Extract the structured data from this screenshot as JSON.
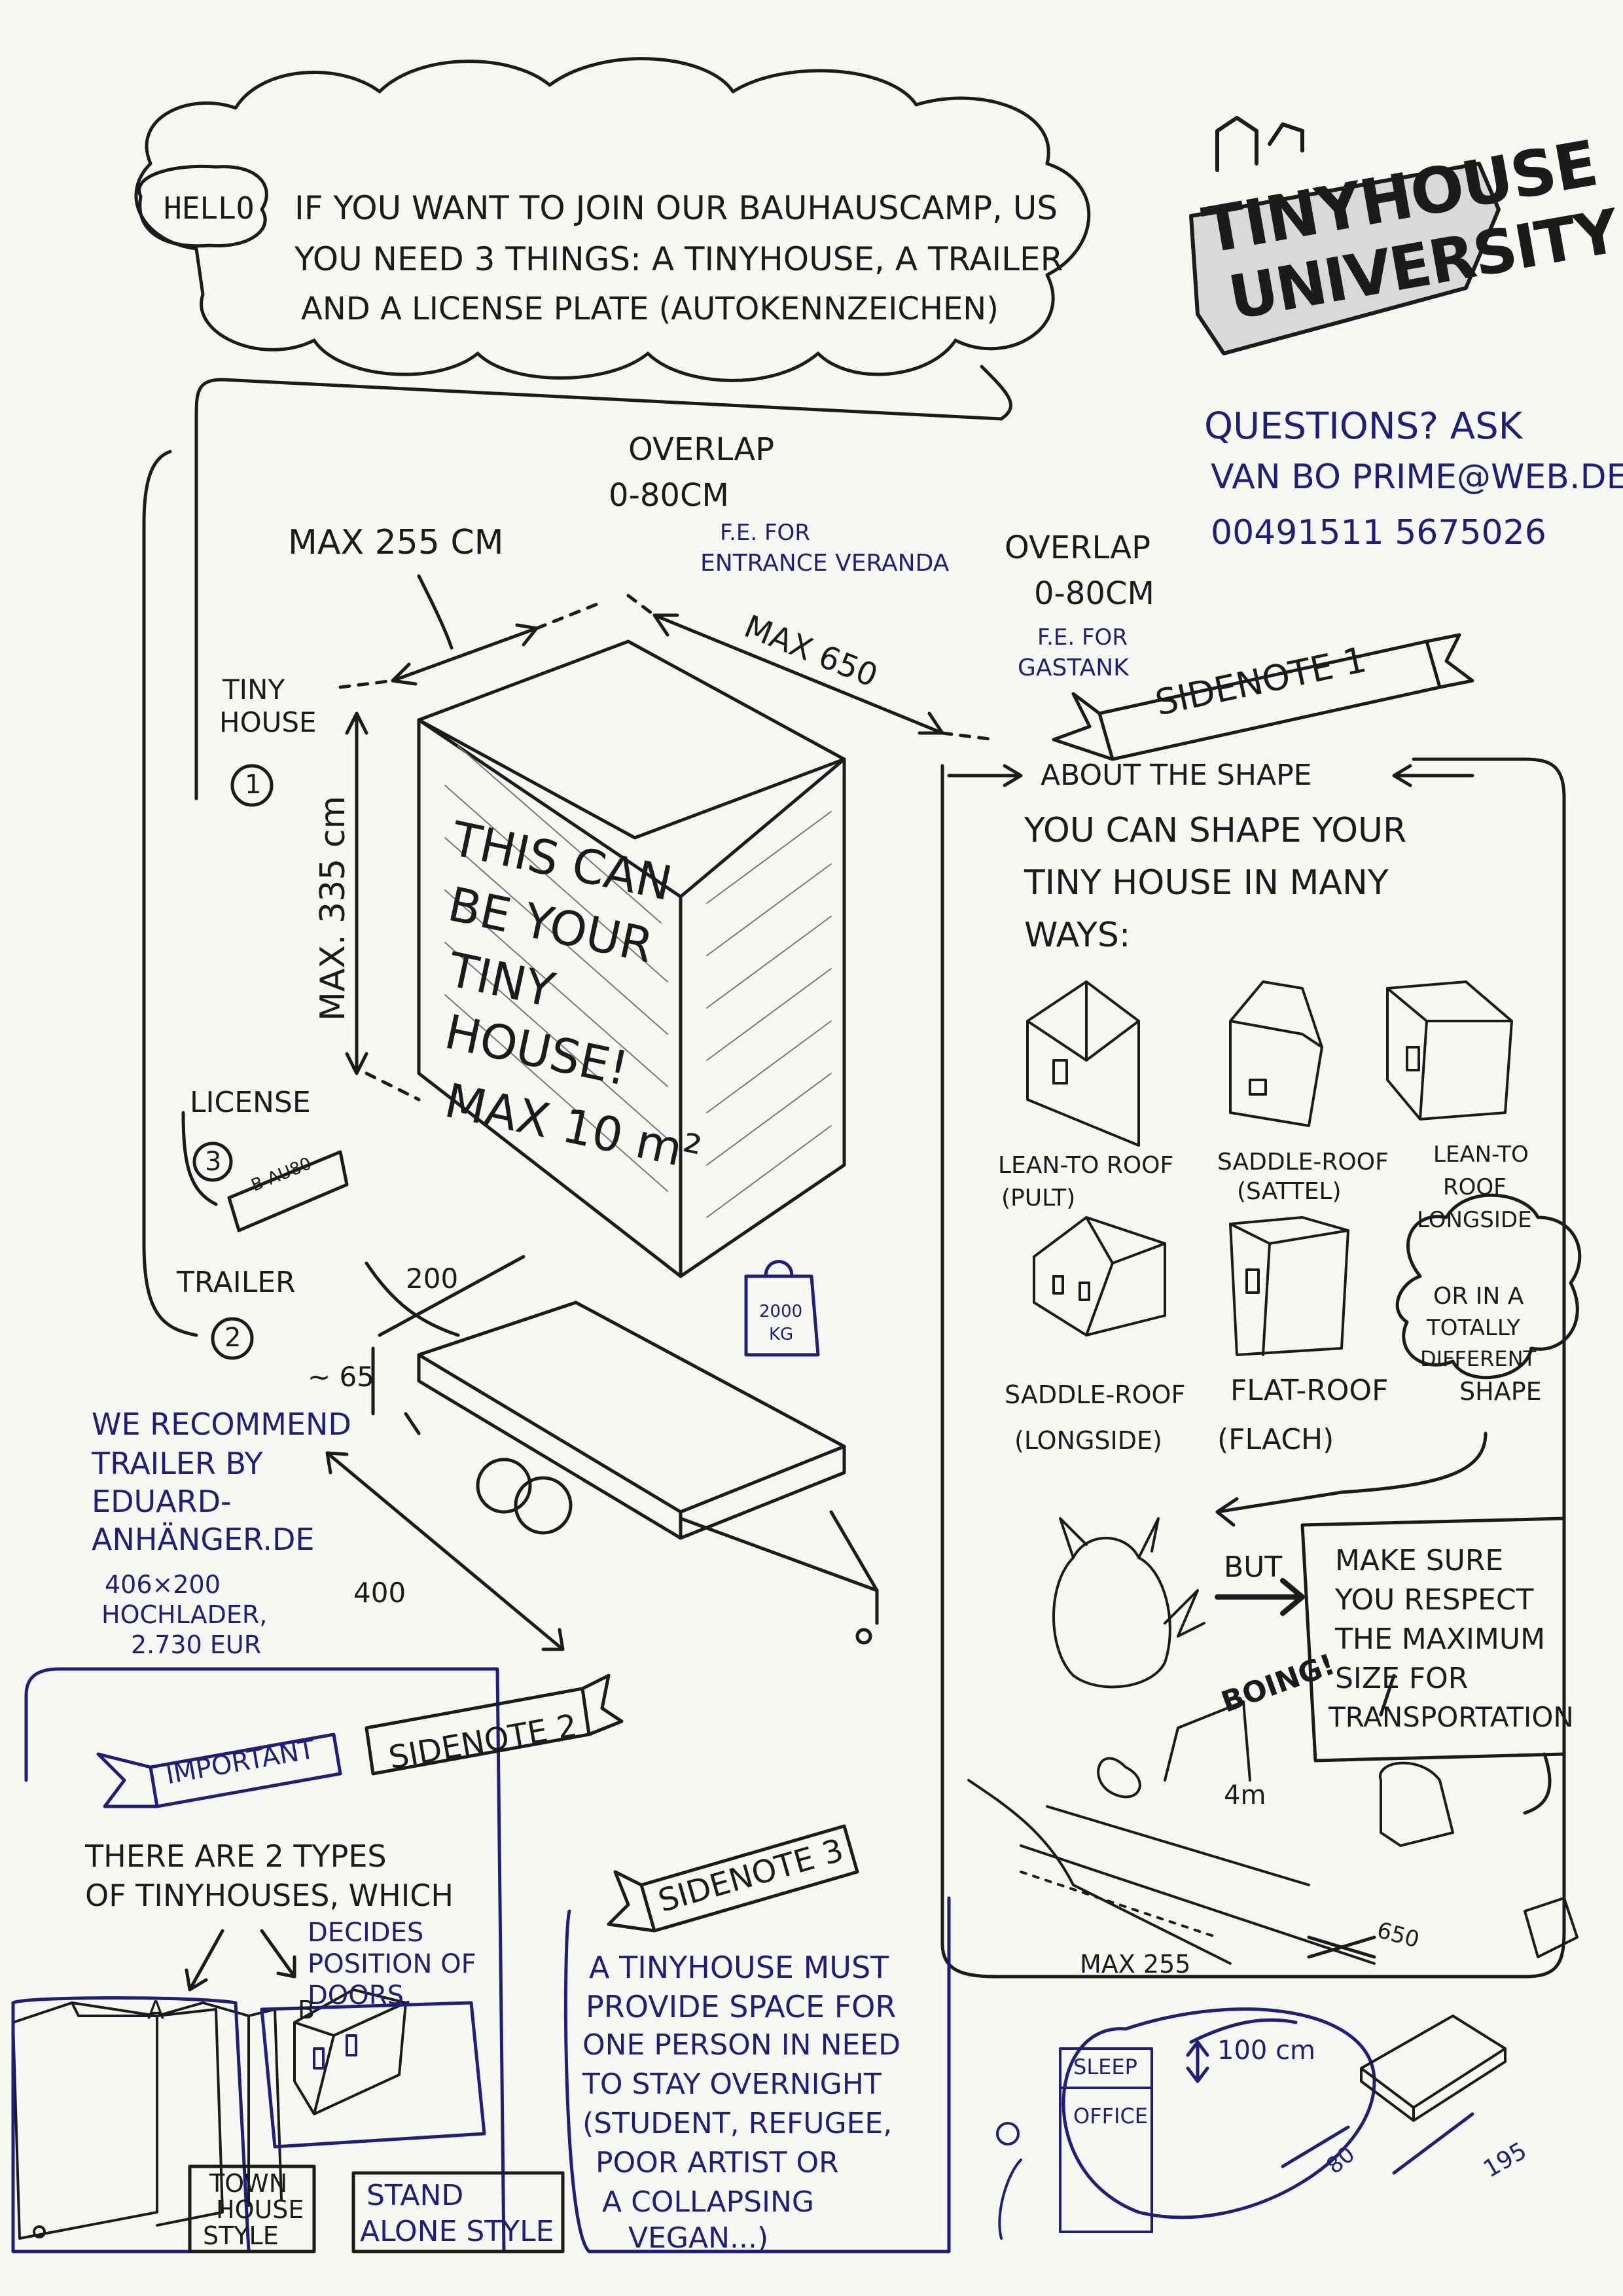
{
  "intro": {
    "hello": "HELLO",
    "line1": "IF YOU WANT TO JOIN OUR BAUHAUSCAMP, US",
    "line2": "YOU NEED 3 THINGS: A TINYHOUSE, A TRAILER",
    "line3": "AND A LICENSE PLATE (AUTOKENNZEICHEN)"
  },
  "logo": {
    "line1": "TINYHOUSE",
    "line2": "UNIVERSITY"
  },
  "contact": {
    "line1": "QUESTIONS? ASK",
    "line2": "VAN BO  PRIME@WEB.DE",
    "line3": "00491511 5675026"
  },
  "dimensions": {
    "max_width": "MAX 255 CM",
    "overlap1_a": "OVERLAP",
    "overlap1_b": "0-80CM",
    "overlap1_note1": "F.E. FOR",
    "overlap1_note2": "ENTRANCE VERANDA",
    "overlap2_a": "OVERLAP",
    "overlap2_b": "0-80CM",
    "overlap2_note1": "F.E. FOR",
    "overlap2_note2": "GASTANK",
    "max_length": "MAX 650",
    "max_height": "MAX. 335 cm",
    "trailer_width": "200",
    "trailer_height": "~ 65",
    "trailer_length": "400",
    "weight_a": "2000",
    "weight_b": "KG"
  },
  "labels": {
    "tiny_house_a": "TINY",
    "tiny_house_b": "HOUSE",
    "tiny_house_num": "1",
    "license": "LICENSE",
    "license_num": "3",
    "plate": "B-AU80",
    "trailer": "TRAILER",
    "trailer_num": "2"
  },
  "house_text": {
    "l1": "THIS CAN",
    "l2": "BE YOUR",
    "l3": "TINY",
    "l4": "HOUSE!",
    "l5": "MAX 10 m²"
  },
  "recommend": {
    "l1": "WE RECOMMEND",
    "l2": "TRAILER BY",
    "l3": "EDUARD-",
    "l4": "ANHÄNGER.DE",
    "l5": "406×200",
    "l6": "HOCHLADER,",
    "l7": "2.730 EUR"
  },
  "sidenote1": {
    "banner": "SIDENOTE 1",
    "header": "ABOUT THE SHAPE",
    "intro1": "YOU CAN SHAPE YOUR",
    "intro2": "TINY HOUSE IN MANY",
    "intro3": "WAYS:",
    "shape1_a": "LEAN-TO ROOF",
    "shape1_b": "(PULT)",
    "shape2_a": "SADDLE-ROOF",
    "shape2_b": "(SATTEL)",
    "shape3_a": "LEAN-TO",
    "shape3_b": "ROOF",
    "shape3_c": "LONGSIDE",
    "shape4_a": "SADDLE-ROOF",
    "shape4_b": "(LONGSIDE)",
    "shape5_a": "FLAT-ROOF",
    "shape5_b": "(FLACH)",
    "cloud1": "OR IN A",
    "cloud2": "TOTALLY",
    "cloud3": "DIFFERENT",
    "cloud4": "SHAPE",
    "but": "BUT",
    "make1": "MAKE SURE",
    "make2": "YOU RESPECT",
    "make3": "THE MAXIMUM",
    "make4": "SIZE FOR",
    "make5": "TRANSPORTATION",
    "boing": "BOING!",
    "height": "4m",
    "road_width": "MAX 255",
    "road_length": "650"
  },
  "sidenote2": {
    "important": "IMPORTANT",
    "banner": "SIDENOTE 2",
    "l1": "THERE ARE 2 TYPES",
    "l2": "OF TINYHOUSES, WHICH",
    "l3": "DECIDES",
    "l4": "POSITION OF",
    "l5": "DOORS.",
    "a": "A",
    "b": "B",
    "town1": "TOWN",
    "town2": "HOUSE",
    "town3": "STYLE",
    "stand1": "STAND",
    "stand2": "ALONE STYLE"
  },
  "sidenote3": {
    "banner": "SIDENOTE 3",
    "l1": "A TINYHOUSE MUST",
    "l2": "PROVIDE SPACE FOR",
    "l3": "ONE PERSON IN NEED",
    "l4": "TO STAY OVERNIGHT",
    "l5": "(STUDENT, REFUGEE,",
    "l6": "POOR ARTIST OR",
    "l7": "A COLLAPSING",
    "l8": "VEGAN...)",
    "sleep": "SLEEP",
    "office": "OFFICE",
    "height": "100 cm",
    "bed_w": "80",
    "bed_l": "195"
  }
}
